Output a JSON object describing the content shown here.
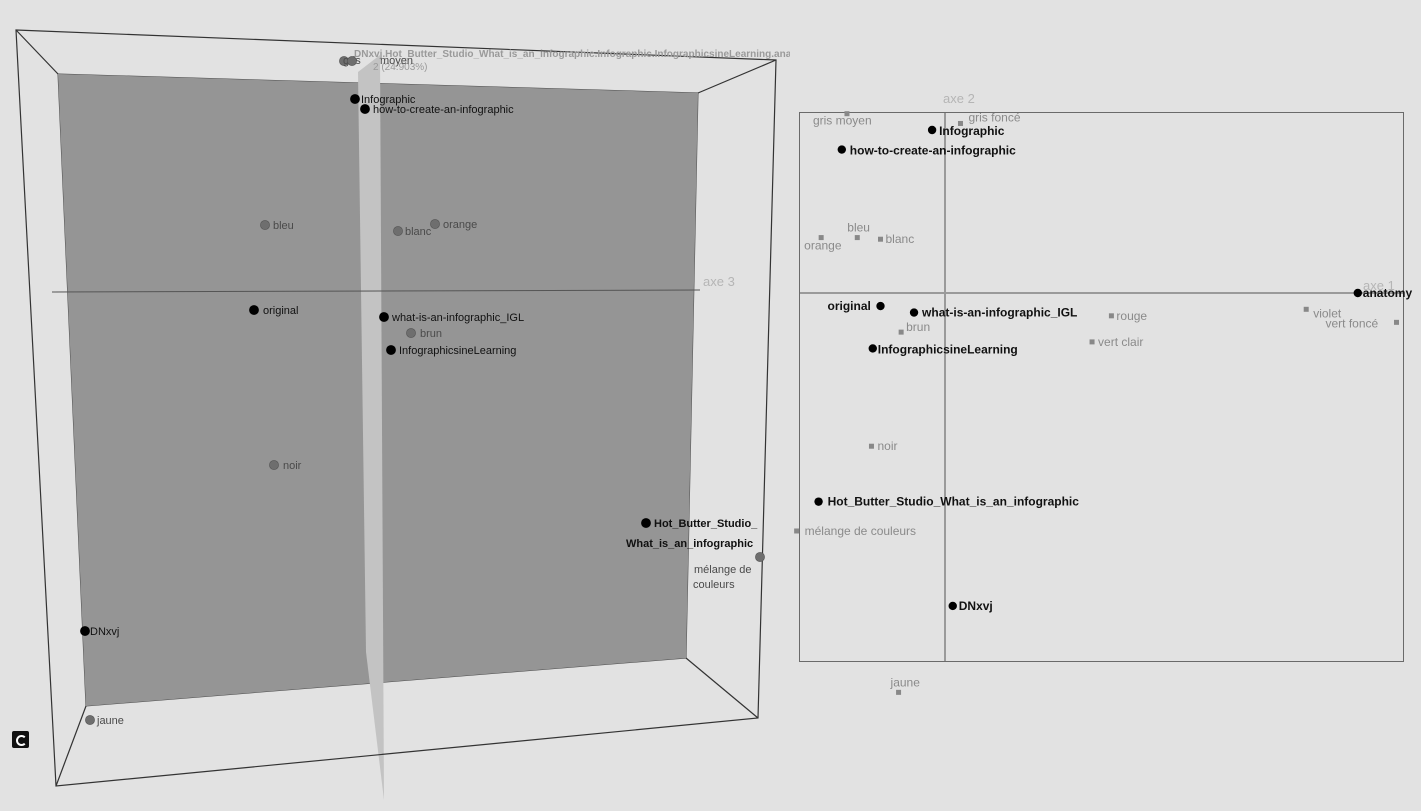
{
  "chart_data": [
    {
      "type": "scatter3d",
      "view_title": "DNxvj.Hot_Butter_Studio_What_is_an_infographic.Infographic.InfographicsineLearning.anatomy.how",
      "axis_labels": {
        "axe3": "axe 3",
        "axe2_pct": "2 (24.903%)"
      },
      "points": [
        {
          "label": "gris",
          "kind": "color"
        },
        {
          "label": "moyen",
          "kind": "color"
        },
        {
          "label": "Infographic",
          "kind": "doc"
        },
        {
          "label": "how-to-create-an-infographic",
          "kind": "doc"
        },
        {
          "label": "bleu",
          "kind": "color"
        },
        {
          "label": "blanc",
          "kind": "color"
        },
        {
          "label": "orange",
          "kind": "color"
        },
        {
          "label": "original",
          "kind": "doc"
        },
        {
          "label": "what-is-an-infographic_IGL",
          "kind": "doc"
        },
        {
          "label": "brun",
          "kind": "color"
        },
        {
          "label": "InfographicsineLearning",
          "kind": "doc"
        },
        {
          "label": "noir",
          "kind": "color"
        },
        {
          "label": "Hot_Butter_Studio_",
          "kind": "doc"
        },
        {
          "label": "What_is_an_infographic",
          "kind": "doc"
        },
        {
          "label": "mélange de",
          "kind": "color"
        },
        {
          "label": "couleurs",
          "kind": "color"
        },
        {
          "label": "DNxvj",
          "kind": "doc"
        },
        {
          "label": "jaune",
          "kind": "color"
        }
      ]
    },
    {
      "type": "scatter",
      "xlabel": "axe 1",
      "ylabel": "axe 2",
      "xlim": [
        -1.0,
        3.5
      ],
      "ylim": [
        -2.5,
        1.2
      ],
      "grid": false,
      "series": [
        {
          "kind": "doc",
          "color": "#000000",
          "points": [
            {
              "label": "Infographic",
              "x": -0.1,
              "y": 1.0
            },
            {
              "label": "how-to-create-an-infographic",
              "x": -0.8,
              "y": 0.88
            },
            {
              "label": "anatomy",
              "x": 3.2,
              "y": 0.0
            },
            {
              "label": "original",
              "x": -0.5,
              "y": -0.08
            },
            {
              "label": "what-is-an-infographic_IGL",
              "x": -0.24,
              "y": -0.12
            },
            {
              "label": "InfographicsineLearning",
              "x": -0.56,
              "y": -0.34
            },
            {
              "label": "Hot_Butter_Studio_What_is_an_infographic",
              "x": -0.98,
              "y": -1.28
            },
            {
              "label": "DNxvj",
              "x": 0.06,
              "y": -1.92
            }
          ]
        },
        {
          "kind": "color",
          "color": "#888888",
          "points": [
            {
              "label": "gris moyen",
              "x": -0.76,
              "y": 1.1
            },
            {
              "label": "gris foncé",
              "x": 0.12,
              "y": 1.04
            },
            {
              "label": "bleu",
              "x": -0.68,
              "y": 0.34
            },
            {
              "label": "blanc",
              "x": -0.5,
              "y": 0.33
            },
            {
              "label": "orange",
              "x": -0.96,
              "y": 0.34
            },
            {
              "label": "rouge",
              "x": 1.29,
              "y": -0.14
            },
            {
              "label": "violet",
              "x": 2.8,
              "y": -0.1
            },
            {
              "label": "vert foncé",
              "x": 3.5,
              "y": -0.18
            },
            {
              "label": "brun",
              "x": -0.34,
              "y": -0.24
            },
            {
              "label": "vert clair",
              "x": 1.14,
              "y": -0.3
            },
            {
              "label": "noir",
              "x": -0.57,
              "y": -0.94
            },
            {
              "label": "mélange de couleurs",
              "x": -1.15,
              "y": -1.46
            },
            {
              "label": "jaune",
              "x": -0.36,
              "y": -2.45
            }
          ]
        }
      ]
    }
  ]
}
